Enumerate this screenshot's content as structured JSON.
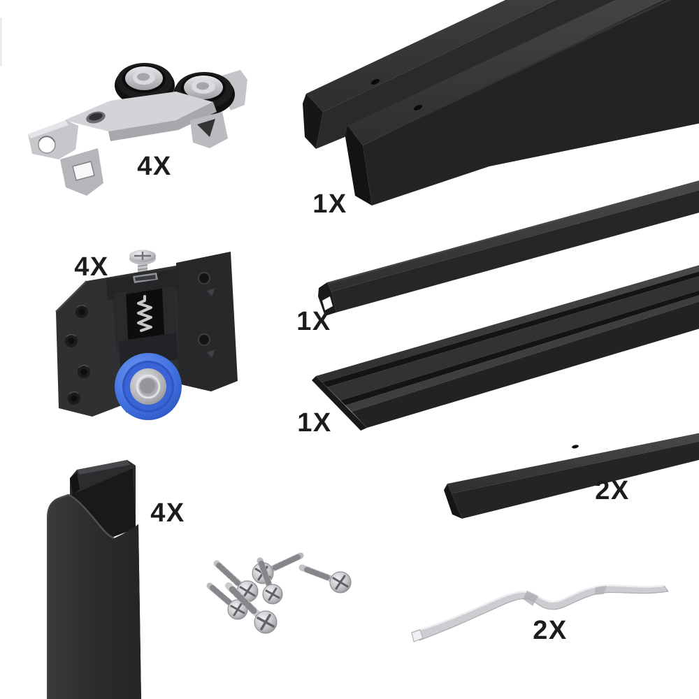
{
  "page": {
    "background": "#ffffff"
  },
  "colors": {
    "background": "#ffffff",
    "part_black": "#242424",
    "part_top": "#3d3d3d",
    "metal_silver": "#c9cacd",
    "wheel_blue": "#3e6ede",
    "hub_silver": "#b9bcc2",
    "label": "#1c1c1e"
  },
  "parts": {
    "roller_bracket": {
      "qty": "4X"
    },
    "top_track": {
      "qty": "1X"
    },
    "roller_assembly": {
      "qty": "4X"
    },
    "guide_rail": {
      "qty": "1X"
    },
    "floor_track": {
      "qty": "1X"
    },
    "angle_rail": {
      "qty": "2X"
    },
    "vertical_channel": {
      "qty": "4X"
    },
    "spring_strip": {
      "qty": "2X"
    }
  }
}
